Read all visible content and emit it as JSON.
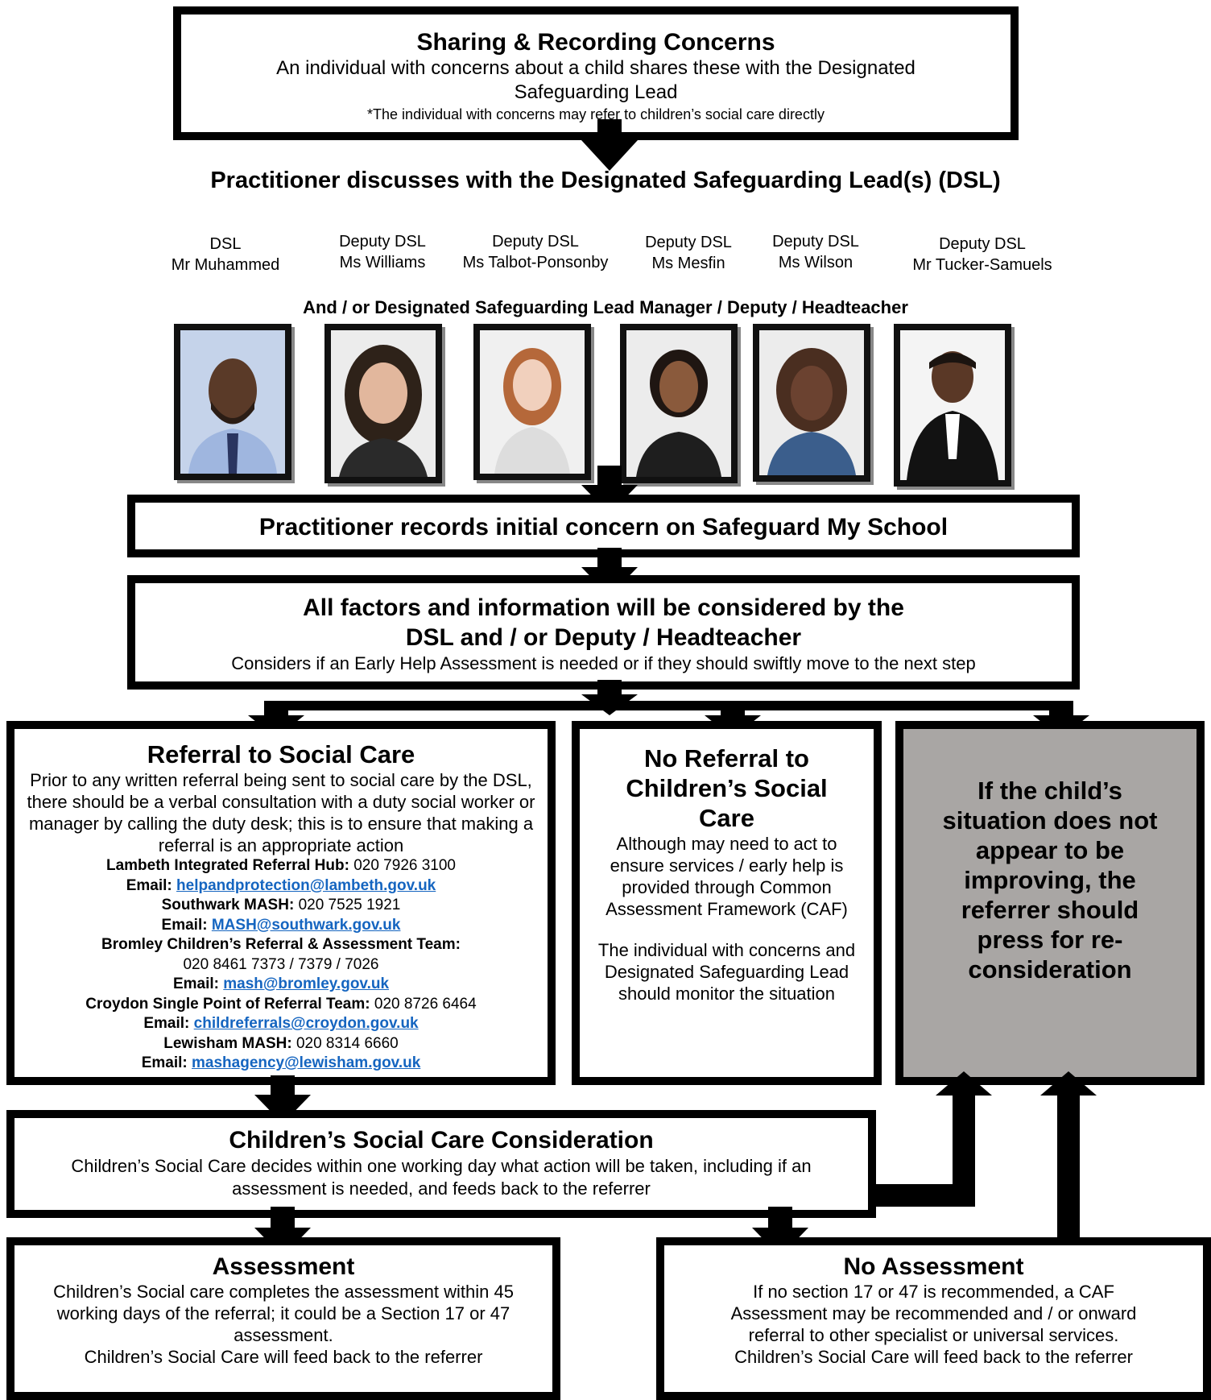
{
  "sharing": {
    "title": "Sharing & Recording Concerns",
    "body": "An individual with concerns about a child shares these with the Designated Safeguarding Lead",
    "note": "*The individual with concerns may refer to children’s social care directly"
  },
  "discuss_heading": "Practitioner discusses with the Designated Safeguarding Lead(s) (DSL)",
  "staff": [
    {
      "role": "DSL",
      "name": "Mr Muhammed"
    },
    {
      "role": "Deputy DSL",
      "name": "Ms Williams"
    },
    {
      "role": "Deputy DSL",
      "name": "Ms Talbot-Ponsonby"
    },
    {
      "role": "Deputy DSL",
      "name": "Ms Mesfin"
    },
    {
      "role": "Deputy DSL",
      "name": "Ms Wilson"
    },
    {
      "role": "Deputy DSL",
      "name": "Mr Tucker-Samuels"
    }
  ],
  "and_or_heading": "And / or Designated Safeguarding Lead Manager / Deputy / Headteacher",
  "records": "Practitioner records initial concern on Safeguard My School",
  "factors": {
    "title": "All factors and information will be considered by the DSL and / or Deputy / Headteacher",
    "body": "Considers if an Early Help Assessment is needed or if they should swiftly move to the next step"
  },
  "referral": {
    "title": "Referral to Social Care",
    "body": "Prior to any written referral being sent to social care by the DSL, there should be a verbal consultation with a duty social worker or manager by calling the duty desk; this is to ensure that making a referral is an appropriate action",
    "lambeth_label": "Lambeth Integrated Referral Hub:",
    "lambeth_phone": " 020 7926 3100",
    "email_label": "Email: ",
    "lambeth_email": "helpandprotection@lambeth.gov.uk",
    "southwark_label": "Southwark MASH:",
    "southwark_phone": " 020 7525 1921",
    "southwark_email": "MASH@southwark.gov.uk",
    "bromley_label": "Bromley Children’s Referral & Assessment Team:",
    "bromley_phone": "020 8461 7373 / 7379 / 7026",
    "bromley_email": "mash@bromley.gov.uk",
    "croydon_label": "Croydon Single Point of Referral Team:",
    "croydon_phone": " 020 8726 6464",
    "croydon_email": "childreferrals@croydon.gov.uk",
    "lewisham_label": "Lewisham MASH:",
    "lewisham_phone": " 020 8314 6660",
    "lewisham_email": "mashagency@lewisham.gov.uk"
  },
  "no_referral": {
    "title": "No Referral to Children’s Social Care",
    "body1": "Although may need to act to ensure services / early help is provided through Common Assessment Framework (CAF)",
    "body2": "The individual with concerns and Designated Safeguarding Lead should monitor the situation"
  },
  "improving": {
    "text": "If the child’s situation does not appear to be improving, the referrer should press for re-consideration",
    "bg": "#a9a6a4"
  },
  "consideration": {
    "title": "Children’s Social Care Consideration",
    "body": "Children’s Social Care decides within one working day what action will be taken, including if an assessment is needed, and feeds back to the referrer"
  },
  "assessment": {
    "title": "Assessment",
    "body": "Children’s Social care completes the assessment within 45 working days of the referral; it could be a Section 17 or 47 assessment.",
    "feedback": "Children’s Social Care will feed back to the referrer"
  },
  "no_assessment": {
    "title": "No Assessment",
    "body": "If no section 17 or 47 is recommended, a CAF Assessment may be recommended and / or onward referral to other specialist or universal services.",
    "feedback": "Children’s Social Care will feed back to the referrer"
  },
  "colors": {
    "link": "#1565c0",
    "border": "#000000",
    "grey_box": "#a9a6a4"
  }
}
